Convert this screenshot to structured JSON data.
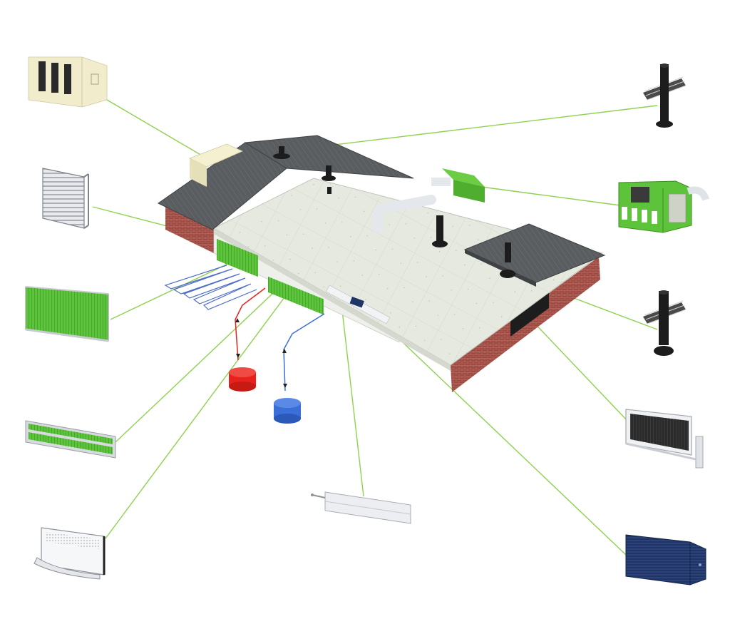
{
  "diagram": {
    "title": "",
    "colors": {
      "leader_line": "#8fd14f",
      "brand_green": "#5cc33a",
      "roof": "#5a5d60",
      "roof_light": "#e9ebe3",
      "brick": "#9e4a42",
      "hot_water": "#e8211c",
      "cold_water": "#3a6fd8",
      "component_navy": "#1f3566",
      "component_cream": "#f1eccb"
    },
    "components_left": [
      {
        "name": "cream-air-handling-unit",
        "icon": "ahu-box-icon"
      },
      {
        "name": "grey-light-trap-louver",
        "icon": "louver-icon"
      },
      {
        "name": "green-cooling-pad",
        "icon": "cooling-pad-icon"
      },
      {
        "name": "green-air-inlet-strip",
        "icon": "inlet-strip-icon"
      },
      {
        "name": "white-wall-inlet",
        "icon": "wall-inlet-icon"
      }
    ],
    "components_right": [
      {
        "name": "roof-chimney-top",
        "icon": "chimney-icon"
      },
      {
        "name": "green-heat-exchanger",
        "icon": "heat-exchanger-icon"
      },
      {
        "name": "roof-chimney-bottom",
        "icon": "chimney-icon"
      },
      {
        "name": "black-wall-radiator",
        "icon": "radiator-icon"
      },
      {
        "name": "navy-heater-cabinet",
        "icon": "heater-cabinet-icon"
      }
    ],
    "components_bottom": [
      {
        "name": "ceiling-air-inlet-bar",
        "icon": "ceiling-inlet-icon"
      }
    ],
    "tanks": [
      {
        "name": "hot-water-tank",
        "color": "hot_water"
      },
      {
        "name": "cold-water-tank",
        "color": "cold_water"
      }
    ]
  }
}
